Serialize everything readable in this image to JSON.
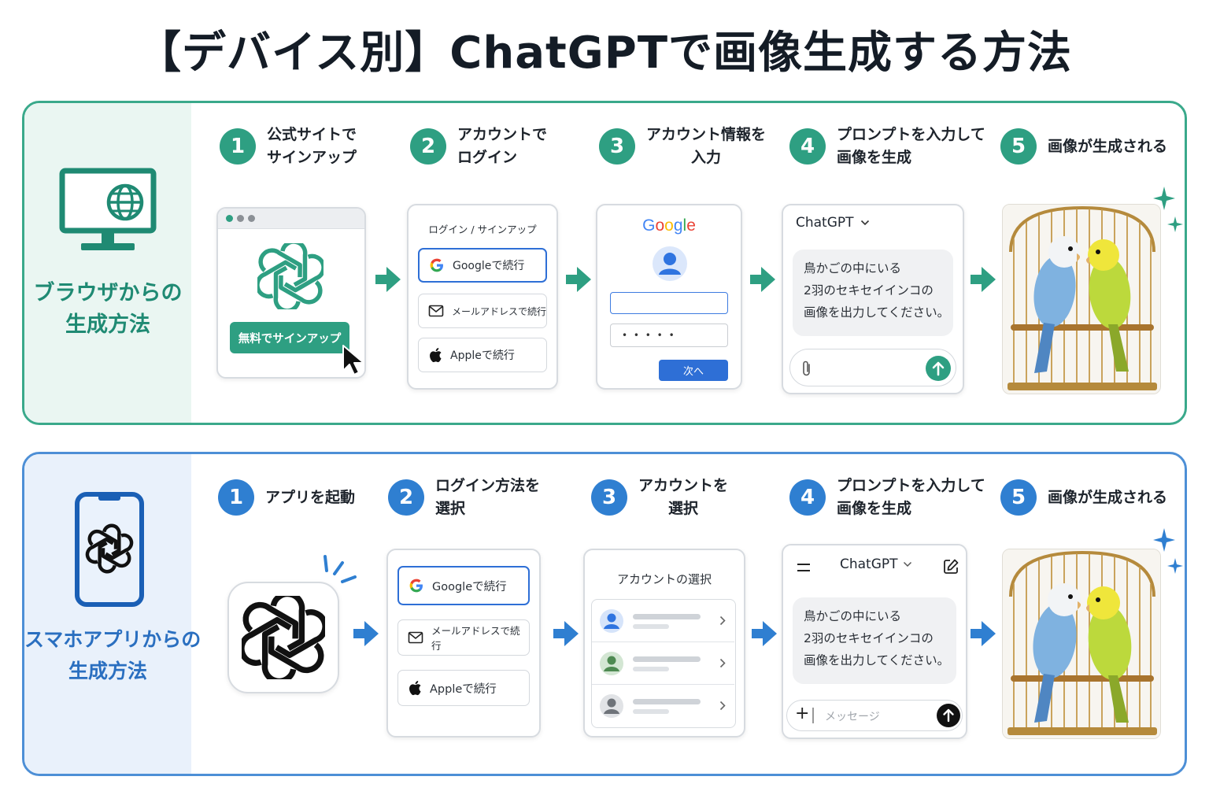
{
  "title": "【デバイス別】ChatGPTで画像生成する方法",
  "browser": {
    "label": "ブラウザからの\n生成方法",
    "steps": [
      {
        "num": "1",
        "text": "公式サイトで\nサインアップ"
      },
      {
        "num": "2",
        "text": "アカウントで\nログイン"
      },
      {
        "num": "3",
        "text": "アカウント情報を\n入力"
      },
      {
        "num": "4",
        "text": "プロンプトを入力して\n画像を生成"
      },
      {
        "num": "5",
        "text": "画像が生成される"
      }
    ],
    "signup_button": "無料でサインアップ",
    "login_header": "ログイン / サインアップ",
    "login_options": [
      "Googleで続行",
      "メールアドレスで続行",
      "Appleで続行"
    ],
    "google_logo": "Google",
    "password_mask": "• • • • •",
    "next_button": "次へ",
    "chat_title": "ChatGPT",
    "prompt": "鳥かごの中にいる\n2羽のセキセイインコの\n画像を出力してください。"
  },
  "mobile": {
    "label": "スマホアプリからの\n生成方法",
    "steps": [
      {
        "num": "1",
        "text": "アプリを起動"
      },
      {
        "num": "2",
        "text": "ログイン方法を\n選択"
      },
      {
        "num": "3",
        "text": "アカウントを\n選択"
      },
      {
        "num": "4",
        "text": "プロンプトを入力して\n画像を生成"
      },
      {
        "num": "5",
        "text": "画像が生成される"
      }
    ],
    "login_options": [
      "Googleで続行",
      "メールアドレスで続行",
      "Appleで続行"
    ],
    "account_header": "アカウントの選択",
    "chat_title": "ChatGPT",
    "prompt": "鳥かごの中にいる\n2羽のセキセイインコの\n画像を出力してください。",
    "message_placeholder": "メッセージ"
  },
  "colors": {
    "browser_accent": "#2e9f82",
    "mobile_accent": "#2f7fd1",
    "google_blue": "#2e6fd6"
  }
}
